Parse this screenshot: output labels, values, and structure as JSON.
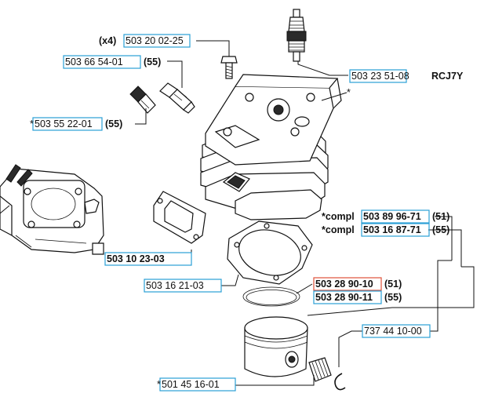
{
  "highlight_colors": {
    "blue": "#2a9fd6",
    "red": "#e0523a"
  },
  "labels": {
    "bolt_qty": "(x4)",
    "bolt": "503 20 02-25",
    "spark_plug": "503 23 51-08",
    "spark_plug_type": "RCJ7Y",
    "valve_51": "503 66 54-01",
    "valve_51_suffix": "(55)",
    "valve_55": "503 55 22-01",
    "valve_55_prefix": "*",
    "valve_55_suffix": "(55)",
    "cylinder_marker": "*",
    "gasket_intake": "503 10 23-03",
    "compl_prefix": "*compl",
    "compl_51": "503 89 96-71",
    "compl_51_suffix": "(51)",
    "compl_55": "503 16 87-71",
    "compl_55_suffix": "(55)",
    "base_gasket": "503 16 21-03",
    "ring_51": "503 28 90-10",
    "ring_51_suffix": "(51)",
    "ring_55": "503 28 90-11",
    "ring_55_suffix": "(55)",
    "circlip": "737 44 10-00",
    "needle_bearing": "501 45 16-01",
    "needle_bearing_prefix": "*"
  }
}
